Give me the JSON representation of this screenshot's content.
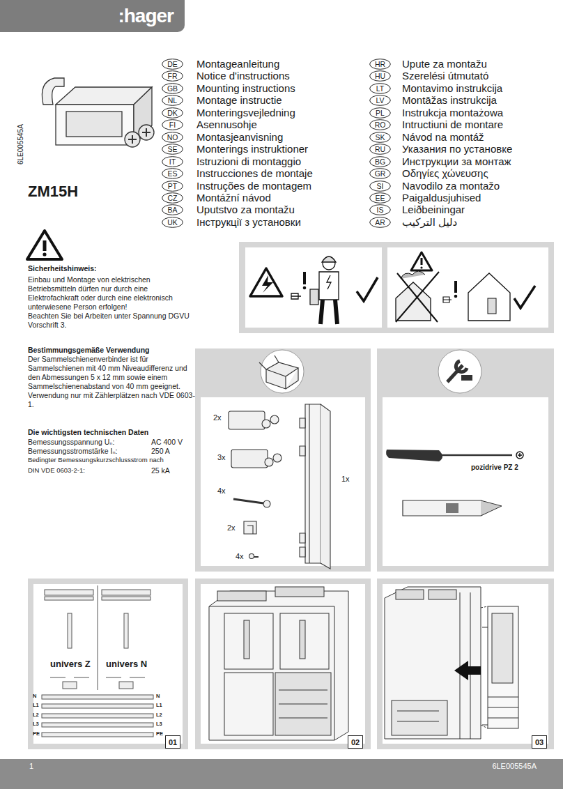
{
  "diagram": {
    "title": "ZM15H",
    "nodes": [
      {
        "text": [
          ":hager"
        ]
      },
      {
        "text": [
          "DE",
          "Montageanleitung"
        ]
      },
      {
        "text": [
          "FR",
          "Notice d'instructions"
        ]
      },
      {
        "text": [
          "GB",
          "Mounting instructions"
        ]
      },
      {
        "text": [
          "NL",
          "Montage instructie"
        ]
      },
      {
        "text": [
          "DK",
          "Monteringsvejledning"
        ]
      },
      {
        "text": [
          "FI",
          "Asennusohje"
        ]
      },
      {
        "text": [
          "NO",
          "Montasjeanvisning"
        ]
      },
      {
        "text": [
          "SE",
          "Monterings instruktioner"
        ]
      },
      {
        "text": [
          "IT",
          "Istruzioni di montaggio"
        ]
      },
      {
        "text": [
          "ES",
          "Instrucciones de montaje"
        ]
      },
      {
        "text": [
          "PT",
          "Instruções de montagem"
        ]
      },
      {
        "text": [
          "CZ",
          "Montážní návod"
        ]
      },
      {
        "text": [
          "BA",
          "Uputstvo za montažu"
        ]
      },
      {
        "text": [
          "UK",
          "Інструкції з установки"
        ]
      },
      {
        "text": [
          "HR",
          "Upute za montažu"
        ]
      },
      {
        "text": [
          "HU",
          "Szerelési útmutató"
        ]
      },
      {
        "text": [
          "LT",
          "Montavimo instrukcija"
        ]
      },
      {
        "text": [
          "LV",
          "Montāžas instrukcija"
        ]
      },
      {
        "text": [
          "PL",
          "Instrukcja montażowa"
        ]
      },
      {
        "text": [
          "RO",
          "Intructiuni de montare"
        ]
      },
      {
        "text": [
          "SK",
          "Návod na montáž"
        ]
      },
      {
        "text": [
          "RU",
          "Указания по установке"
        ]
      },
      {
        "text": [
          "BG",
          "Инструкции за монтаж"
        ]
      },
      {
        "text": [
          "GR",
          "Οδηγίες χώνευσης"
        ]
      },
      {
        "text": [
          "SI",
          "Navodilo za montažo"
        ]
      },
      {
        "text": [
          "EE",
          "Paigaldusjuhised"
        ]
      },
      {
        "text": [
          "IS",
          "Leiðbeiningar"
        ]
      },
      {
        "text": [
          "AR",
          "دليل التركيب"
        ]
      },
      {
        "text": [
          "01"
        ]
      },
      {
        "text": [
          "02"
        ]
      },
      {
        "text": [
          "03"
        ]
      },
      {
        "text": [
          "1",
          "6LE005545A"
        ]
      }
    ],
    "labels": [
      "6LE005545A",
      "Sicherheitshinweis:",
      "Einbau und Montage von elektrischen Betriebsmitteln dürfen nur durch eine Elektrofachkraft oder durch eine elektronisch unterwiesene Person erfolgen!",
      "Beachten Sie bei Arbeiten unter Spannung DGVU Vorschrift 3.",
      "Bestimmungsgemäße Verwendung",
      "Der Sammelschienenverbinder ist für Sammelschienen mit 40 mm Niveaudifferenz und den Abmessungen 5 x 12 mm sowie einem Sammelschienenabstand von 40 mm geeignet. Verwendung nur mit Zählerplätzen nach VDE 0603-1.",
      "Die wichtigsten technischen Daten",
      "Bemessungsspannung Uₙ:",
      "AC 400 V",
      "Bemessungsstromstärke Iₙ:",
      "250 A",
      "Bedingter Bemessungskurzschlussstrom nach",
      "DIN VDE 0603-2-1:",
      "25 kA",
      "2x",
      "3x",
      "4x",
      "2x",
      "4x",
      "1x",
      "pozidrive PZ 2",
      "univers Z",
      "univers N",
      "N",
      "L1",
      "L2",
      "L3",
      "PE",
      "N",
      "L1",
      "L2",
      "L3",
      "PE"
    ]
  }
}
